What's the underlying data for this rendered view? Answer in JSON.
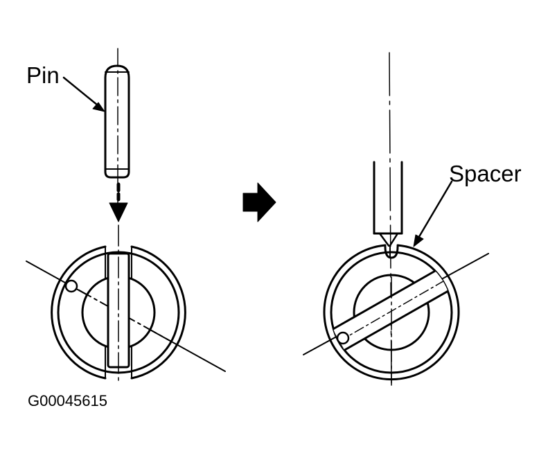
{
  "labels": {
    "pin": "Pin",
    "spacer": "Spacer",
    "figure_code": "G00045615"
  },
  "colors": {
    "ink": "#000000",
    "paper": "#ffffff"
  },
  "icons": {
    "step_arrow": "right-arrow-icon",
    "insert_arrow": "down-arrow-icon"
  }
}
